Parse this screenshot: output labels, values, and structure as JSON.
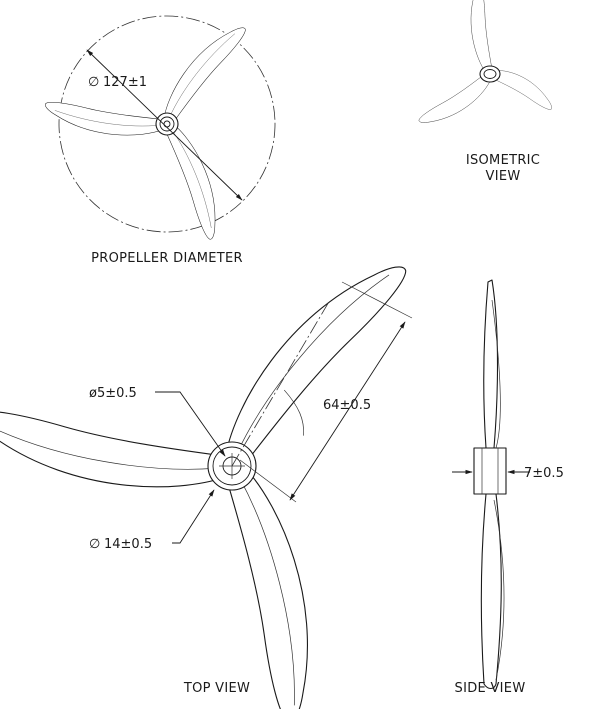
{
  "views": {
    "diameter": {
      "caption": "PROPELLER DIAMETER",
      "dimension": "127±1",
      "dimension_symbol": "∅"
    },
    "isometric": {
      "caption_line1": "ISOMETRIC",
      "caption_line2": "VIEW"
    },
    "top": {
      "caption": "TOP VIEW",
      "bore": "ø5±0.5",
      "hub_symbol": "∅",
      "hub": "14±0.5",
      "blade_length": "64±0.5"
    },
    "side": {
      "caption": "SIDE VIEW",
      "thickness": "7±0.5"
    }
  },
  "colors": {
    "line": "#1a1a1a",
    "background": "#ffffff"
  }
}
